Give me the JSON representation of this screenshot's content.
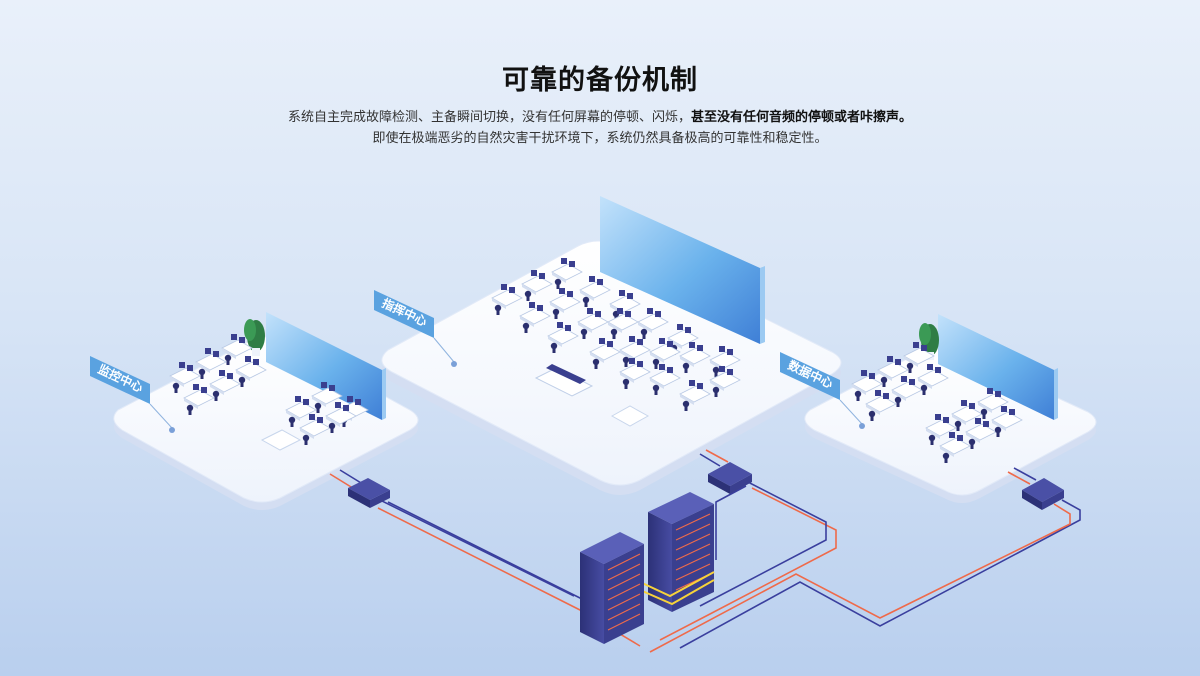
{
  "heading": "可靠的备份机制",
  "description": {
    "line1_normal": "系统自主完成故障检测、主备瞬间切换，没有任何屏幕的停顿、闪烁，",
    "line1_bold": "甚至没有任何音频的停顿或者咔擦声。",
    "line2": "即使在极端恶劣的自然灾害干扰环境下，系统仍然具备极高的可靠性和稳定性。"
  },
  "zones": {
    "left": "监控中心",
    "center": "指挥中心",
    "right": "数据中心"
  },
  "colors": {
    "cable_blue": "#3a3f9e",
    "cable_red": "#ef6a4a",
    "link_yellow": "#f7d23a",
    "rack": "#3a3f8f",
    "video_wall": "#5aa6e6",
    "label_bg": "#5aa2e0"
  }
}
